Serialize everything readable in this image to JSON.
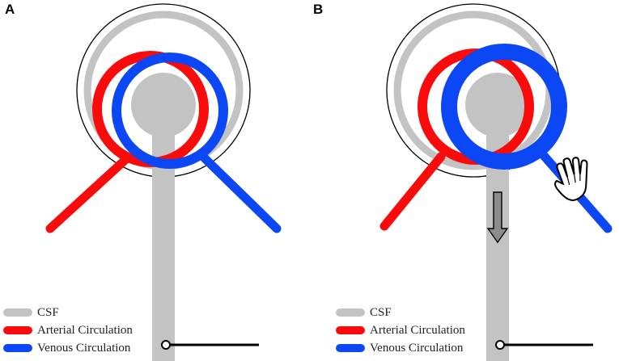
{
  "colors": {
    "csf": "#c3c3c3",
    "arterial": "#fa0b0b",
    "venous": "#0b47f5",
    "outline": "#000000",
    "arrow_fill": "#8c8c8c",
    "background": "#ffffff"
  },
  "panels": [
    {
      "letter": "A",
      "legend": [
        {
          "label": "CSF",
          "color": "#c3c3c3"
        },
        {
          "label": "Arterial Circulation",
          "color": "#fa0b0b"
        },
        {
          "label": "Venous Circulation",
          "color": "#0b47f5"
        }
      ],
      "icons": [
        "pivot-marker"
      ]
    },
    {
      "letter": "B",
      "legend": [
        {
          "label": "CSF",
          "color": "#c3c3c3"
        },
        {
          "label": "Arterial Circulation",
          "color": "#fa0b0b"
        },
        {
          "label": "Venous Circulation",
          "color": "#0b47f5"
        }
      ],
      "icons": [
        "pivot-marker",
        "downward-arrow",
        "compressing-hand-icon"
      ]
    }
  ]
}
